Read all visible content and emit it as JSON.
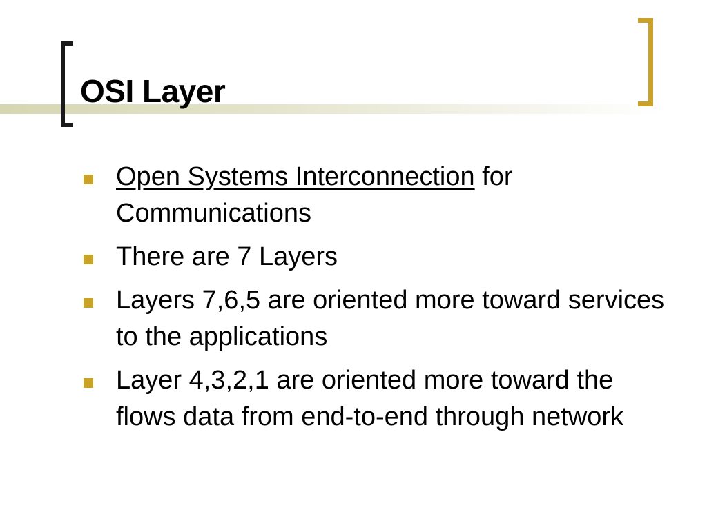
{
  "slide": {
    "title": "OSI Layer",
    "bullets": [
      {
        "link": "Open Systems Interconnection",
        "text": " for Communications"
      },
      {
        "text": "There are 7 Layers"
      },
      {
        "text": "Layers 7,6,5 are oriented more toward services to the applications"
      },
      {
        "text": "Layer 4,3,2,1 are oriented more toward the flows data from end-to-end through network"
      }
    ]
  },
  "colors": {
    "accent": "#c9a227",
    "bracket_left": "#1a1a1a",
    "title_band": "#d6d6b2",
    "text": "#000000",
    "background": "#ffffff"
  }
}
